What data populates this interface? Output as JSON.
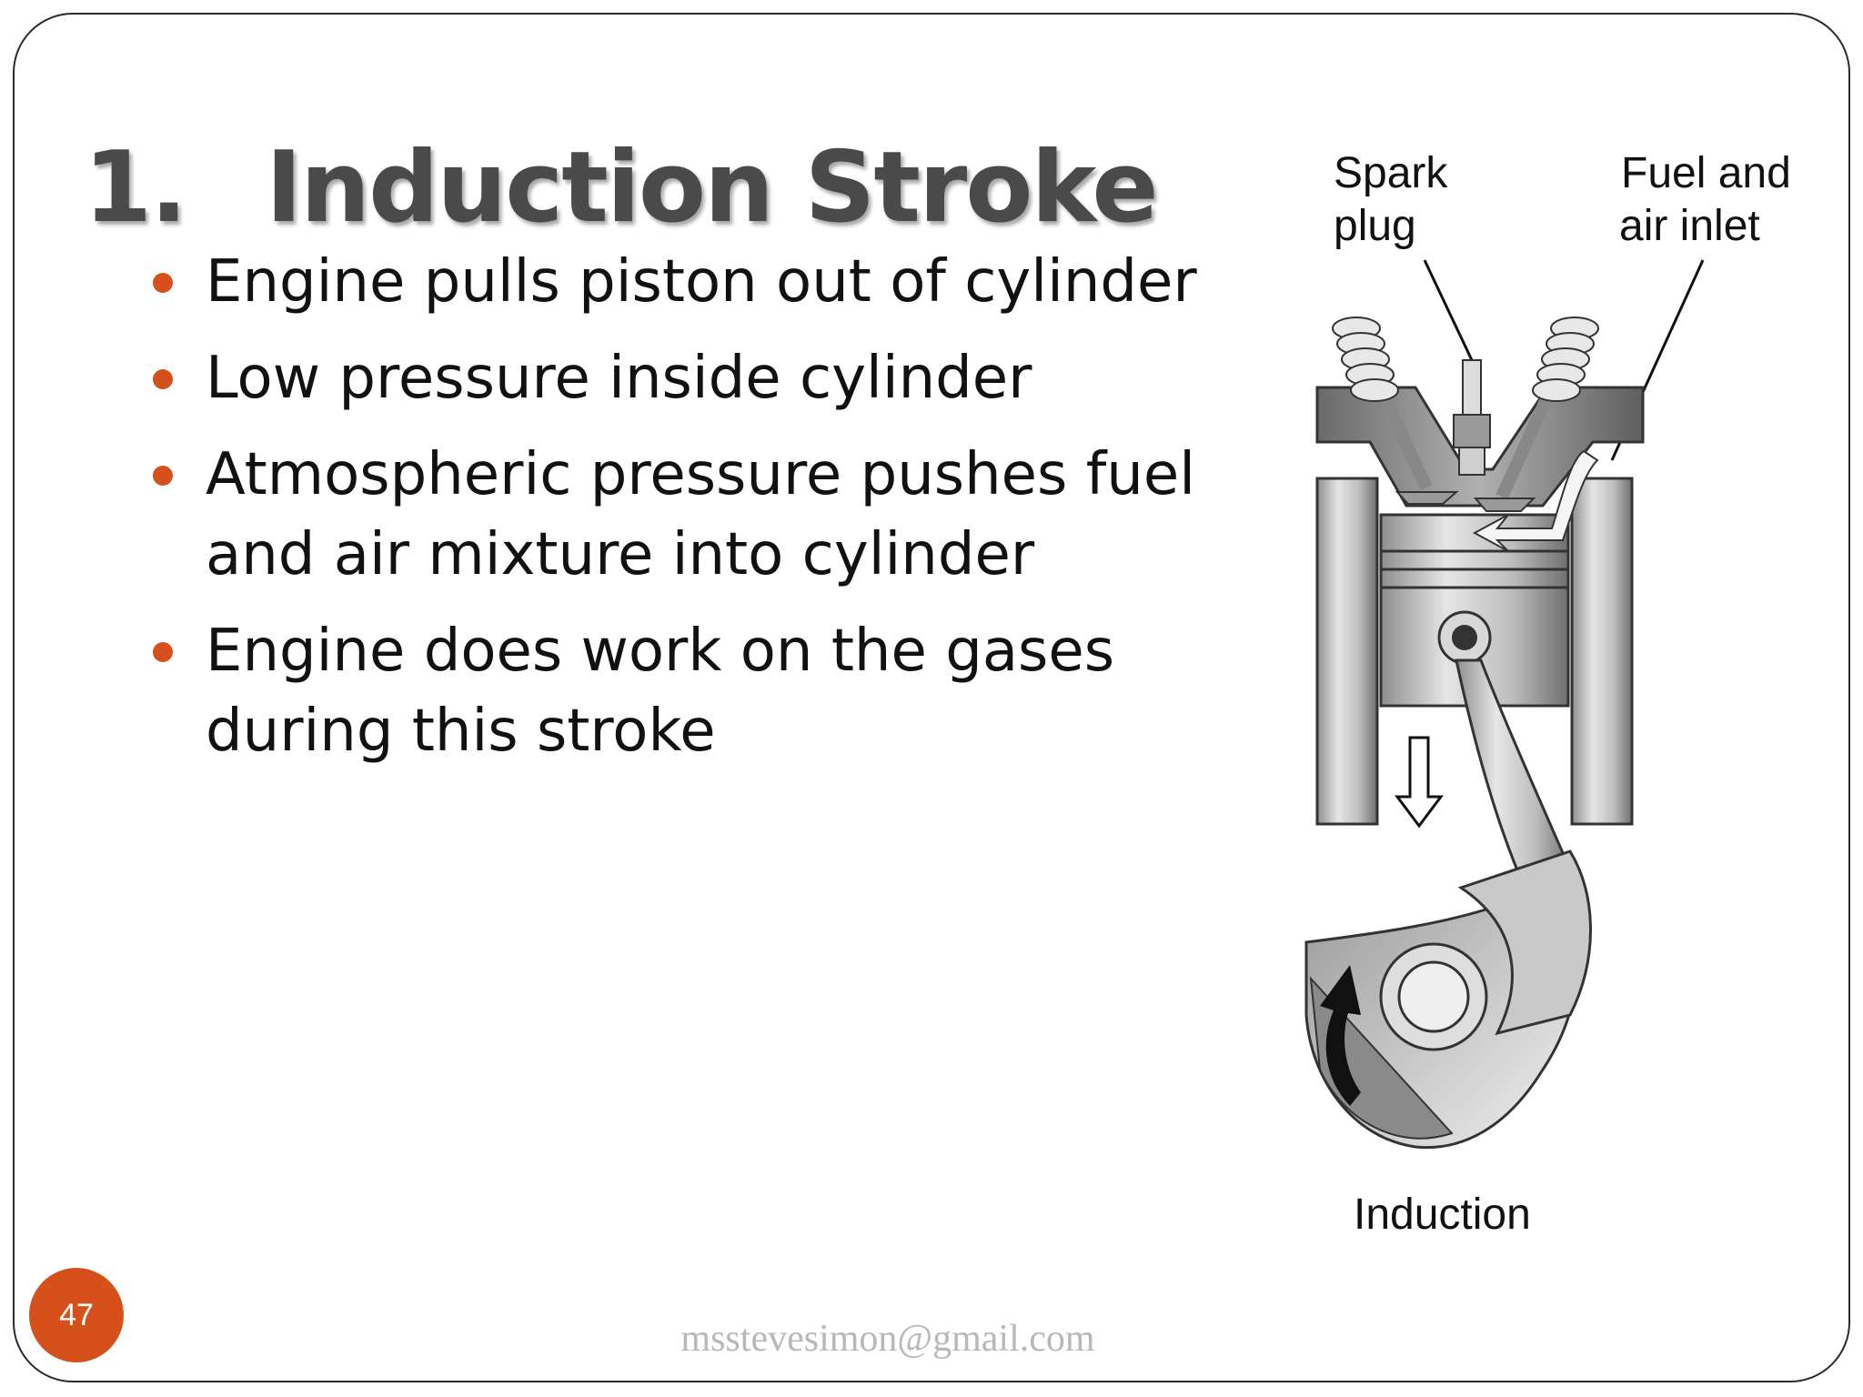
{
  "slide": {
    "title_number": "1.",
    "title_text": "Induction Stroke",
    "bullets": [
      "Engine pulls piston out of cylinder",
      "Low pressure inside cylinder",
      "Atmospheric pressure pushes fuel and air mixture into cylinder",
      "Engine does work on the gases during this stroke"
    ],
    "page_number": "47",
    "footer_email": "msstevesimon@gmail.com"
  },
  "diagram": {
    "label_spark_line1": "Spark",
    "label_spark_line2": "plug",
    "label_fuel_line1": "Fuel and",
    "label_fuel_line2": "air inlet",
    "caption": "Induction"
  },
  "colors": {
    "bullet": "#d6501c",
    "page_badge": "#d6501c",
    "title": "#4a4a4a"
  }
}
